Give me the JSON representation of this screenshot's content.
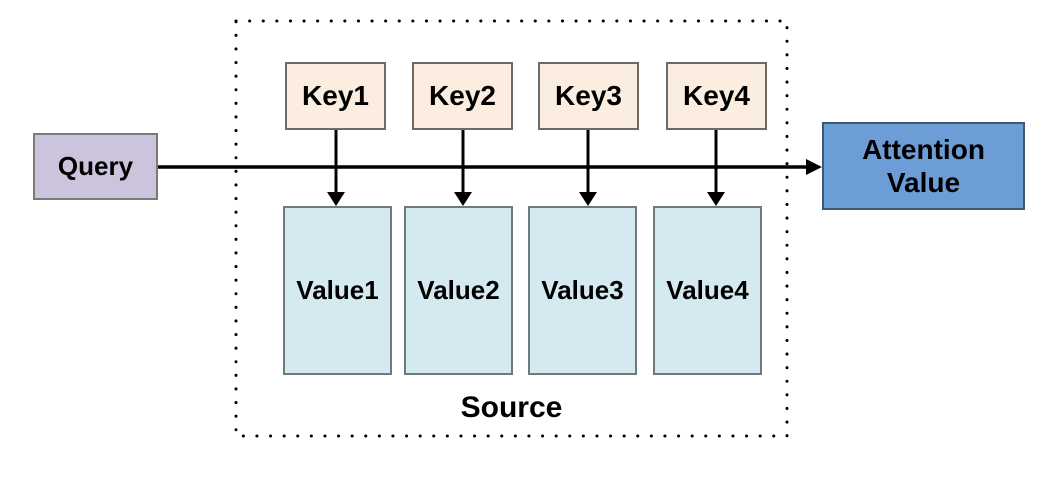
{
  "diagram": {
    "query": {
      "label": "Query"
    },
    "source": {
      "label": "Source"
    },
    "keys": [
      {
        "label": "Key1"
      },
      {
        "label": "Key2"
      },
      {
        "label": "Key3"
      },
      {
        "label": "Key4"
      }
    ],
    "values": [
      {
        "label": "Value1"
      },
      {
        "label": "Value2"
      },
      {
        "label": "Value3"
      },
      {
        "label": "Value4"
      }
    ],
    "attention_value": {
      "label": "Attention Value",
      "lines": [
        "Attention",
        "Value"
      ]
    },
    "colors": {
      "query_fill": "#CCC4DC",
      "key_fill": "#FBEEE1",
      "value_fill": "#D4EAF0",
      "attention_fill": "#6D9DD6",
      "arrow": "#000000",
      "dotted_border": "#000000",
      "background": "#FFFFFF"
    }
  }
}
